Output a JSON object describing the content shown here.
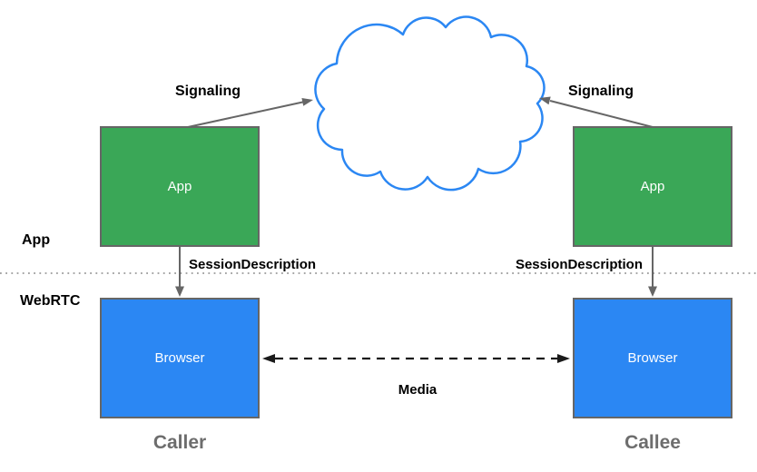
{
  "layers": {
    "app": "App",
    "webrtc": "WebRTC"
  },
  "nodes": {
    "caller_app": "App",
    "callee_app": "App",
    "caller_browser": "Browser",
    "callee_browser": "Browser"
  },
  "edges": {
    "signaling_left": "Signaling",
    "signaling_right": "Signaling",
    "session_description_left": "SessionDescription",
    "session_description_right": "SessionDescription",
    "media": "Media"
  },
  "captions": {
    "caller": "Caller",
    "callee": "Callee"
  },
  "icons": {
    "cloud": "cloud-icon"
  },
  "colors": {
    "app_fill": "#3aa757",
    "browser_fill": "#2b87f3",
    "cloud_stroke": "#2b87f3",
    "box_border": "#666666",
    "connector_gray": "#666666",
    "media_black": "#1a1a1a",
    "caption_gray": "#6d6d6d",
    "divider_gray": "#999999"
  }
}
